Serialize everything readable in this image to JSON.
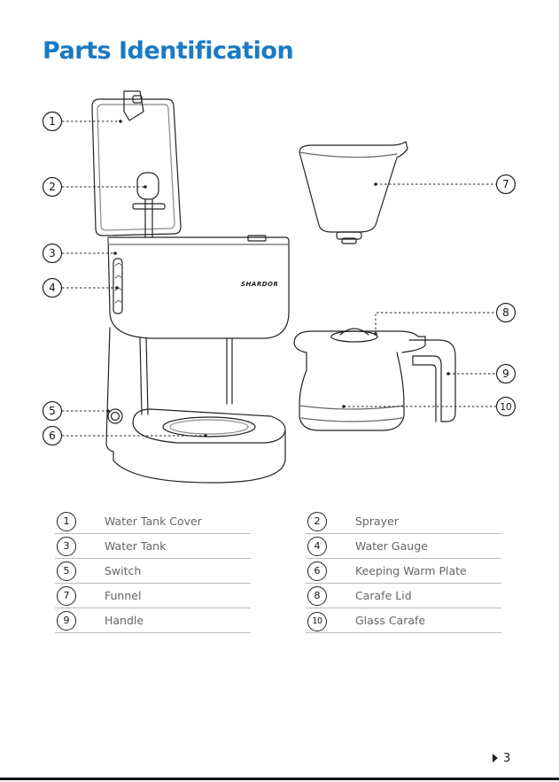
{
  "page": {
    "title": "Parts Identification",
    "title_color": "#1a7ac3",
    "page_number": "3",
    "brand": "SHARDOR"
  },
  "callouts": [
    "1",
    "2",
    "3",
    "4",
    "5",
    "6",
    "7",
    "8",
    "9",
    "10"
  ],
  "parts_left": [
    {
      "num": "1",
      "label": "Water Tank Cover"
    },
    {
      "num": "3",
      "label": "Water Tank"
    },
    {
      "num": "5",
      "label": "Switch"
    },
    {
      "num": "7",
      "label": "Funnel"
    },
    {
      "num": "9",
      "label": "Handle"
    }
  ],
  "parts_right": [
    {
      "num": "2",
      "label": "Sprayer"
    },
    {
      "num": "4",
      "label": "Water Gauge"
    },
    {
      "num": "6",
      "label": "Keeping Warm Plate"
    },
    {
      "num": "8",
      "label": "Carafe Lid"
    },
    {
      "num": "10",
      "label": "Glass Carafe"
    }
  ]
}
